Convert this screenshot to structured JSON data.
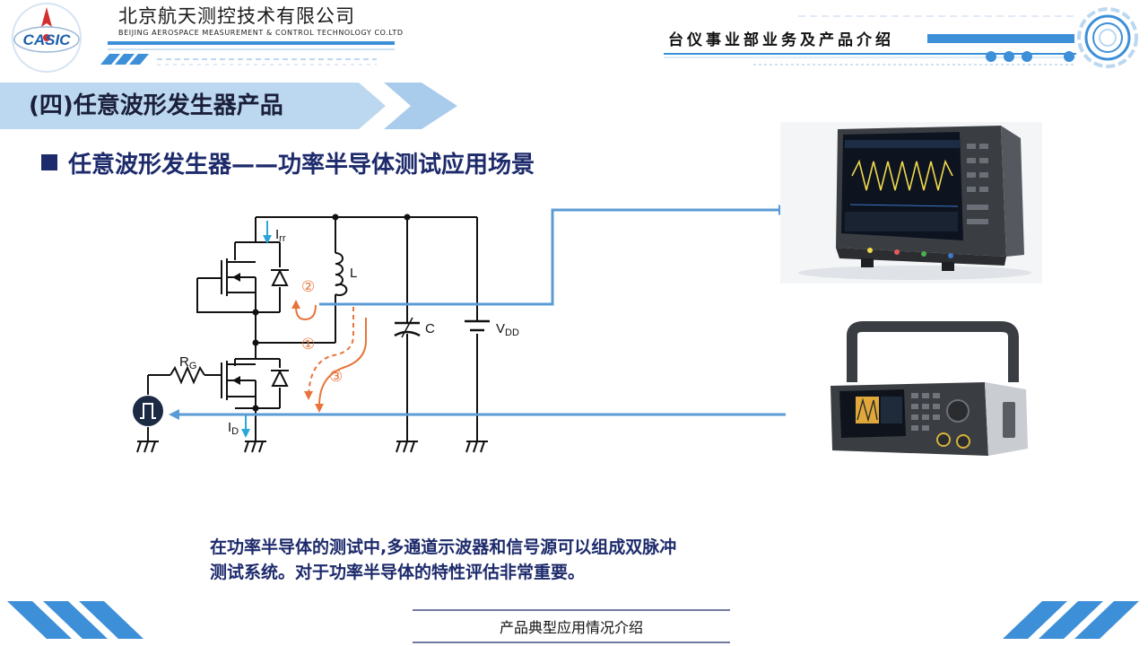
{
  "header": {
    "logo_text": "CASIC",
    "company_cn": "北京航天测控技术有限公司",
    "company_en": "BEIJING AEROSPACE MEASUREMENT & CONTROL TECHNOLOGY CO.LTD",
    "department_title": "台仪事业部业务及产品介绍"
  },
  "section": {
    "title": "(四)任意波形发生器产品",
    "subtitle": "任意波形发生器——功率半导体测试应用场景"
  },
  "circuit": {
    "labels": {
      "irr_main": "I",
      "irr_sub": "rr",
      "inductor": "L",
      "capacitor": "C",
      "vdd_main": "V",
      "vdd_sub": "DD",
      "rg_main": "R",
      "rg_sub": "G",
      "id_main": "I",
      "id_sub": "D",
      "step1": "①",
      "step2": "②",
      "step3": "③"
    }
  },
  "description": {
    "line1": "在功率半导体的测试中,多通道示波器和信号源可以组成双脉冲",
    "line2": "测试系统。对于功率半导体的特性评估非常重要。"
  },
  "footer": {
    "text": "产品典型应用情况介绍"
  },
  "colors": {
    "primary_navy": "#1d2a6b",
    "accent_blue": "#3d8fd8",
    "light_blue": "#bcd8f0",
    "arrow_blue": "#5b9bd5",
    "path_orange": "#e8743b",
    "irr_cyan": "#2aa7d8"
  }
}
